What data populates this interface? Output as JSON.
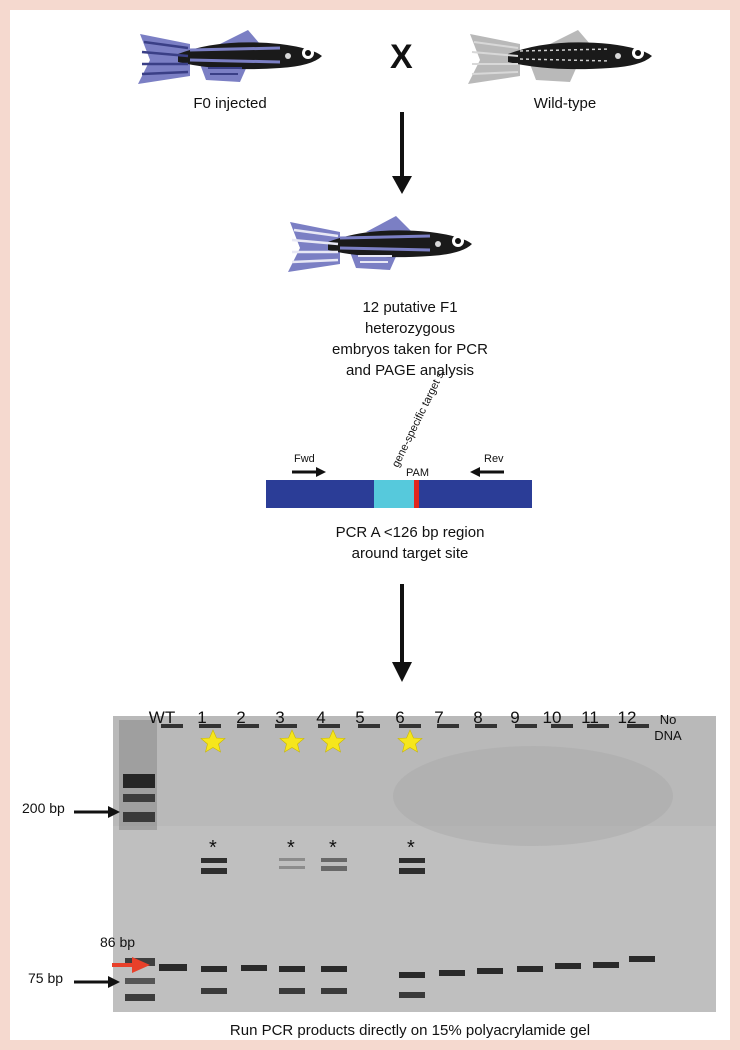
{
  "cross": {
    "left_fish_label": "F0 injected",
    "right_fish_label": "Wild-type",
    "cross_symbol": "X"
  },
  "offspring": {
    "description_lines": [
      "12 putative F1",
      "heterozygous",
      "embryos taken for PCR",
      "and PAGE analysis"
    ]
  },
  "amplicon": {
    "target_label": "gene-specific target site",
    "pam_label": "PAM",
    "fwd_label": "Fwd",
    "rev_label": "Rev",
    "caption_lines": [
      "PCR A <126 bp region",
      "around target site"
    ]
  },
  "gel": {
    "lanes": [
      "WT",
      "1",
      "2",
      "3",
      "4",
      "5",
      "6",
      "7",
      "8",
      "9",
      "10",
      "11",
      "12"
    ],
    "no_dna_label_lines": [
      "No",
      "DNA"
    ],
    "starred_lanes": [
      "1",
      "3",
      "4",
      "6"
    ],
    "asterisk_lanes": [
      "1",
      "3",
      "4",
      "6"
    ],
    "asterisk_symbol": "*",
    "ladder_labels": [
      "200 bp",
      "75 bp"
    ],
    "highlight_band_label": "86 bp",
    "caption": "Run PCR products directly on 15% polyacrylamide gel"
  },
  "colors": {
    "background_border": "#f5d9cf",
    "mutant_purple": "#7b7fc4",
    "wt_grey": "#b9b9b9",
    "amplicon_blue": "#2b3d97",
    "target_cyan": "#56c9dc",
    "pam_red": "#e0261e",
    "star_yellow": "#f6e61c",
    "arrow_red": "#e8402a",
    "gel_grey": "#bdbdbd"
  }
}
